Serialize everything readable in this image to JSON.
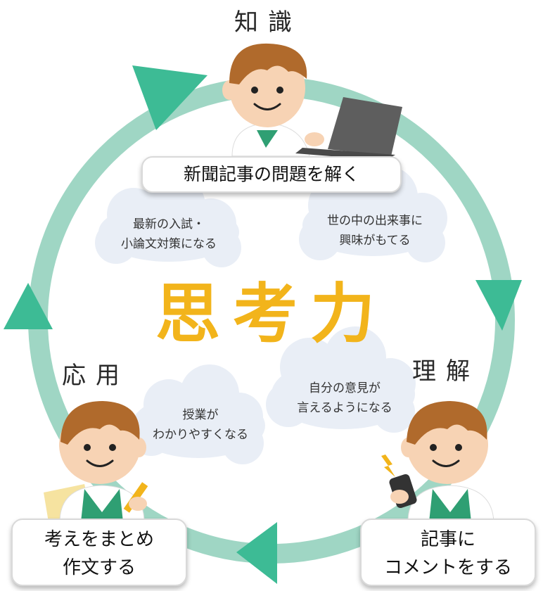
{
  "colors": {
    "cycle": "#9fd6c4",
    "arrow": "#3dbb95",
    "accent": "#f2b41b",
    "cloud": "#e9eef6",
    "skin": "#f7d3b4",
    "hair": "#b06a2c",
    "shirt": "#2f9f73"
  },
  "stages": {
    "top": "知識",
    "right": "理解",
    "left": "応用"
  },
  "center": "思考力",
  "clouds": {
    "top_left": [
      "最新の入試・",
      "小論文対策になる"
    ],
    "top_right": [
      "世の中の出来事に",
      "興味がもてる"
    ],
    "bottom_left": [
      "授業が",
      "わかりやすくなる"
    ],
    "bottom_right": [
      "自分の意見が",
      "言えるようになる"
    ]
  },
  "actions": {
    "top": [
      "新聞記事の問題を解く"
    ],
    "right": [
      "記事に",
      "コメントをする"
    ],
    "left": [
      "考えをまとめ",
      "作文する"
    ]
  },
  "icons": {
    "top_figure": "boy-with-laptop-icon",
    "right_figure": "boy-with-phone-icon",
    "left_figure": "boy-writing-icon"
  }
}
